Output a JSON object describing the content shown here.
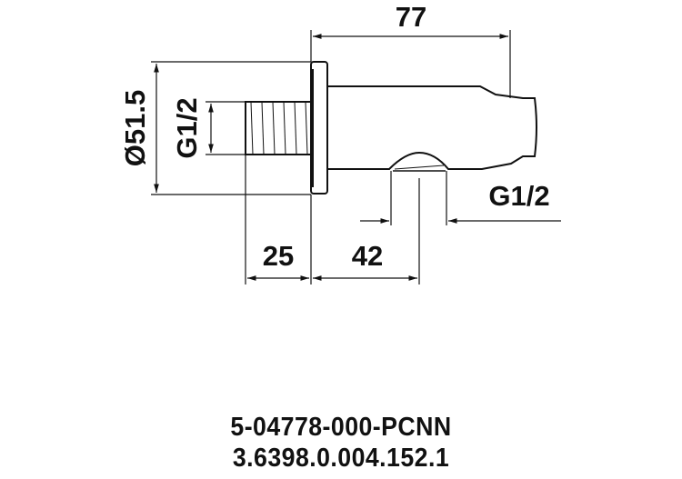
{
  "drawing": {
    "subject": "Shower wall outlet with holder - technical dimension drawing",
    "dimensions": {
      "overall_length": "77",
      "flange_diameter": "Ø51.5",
      "inlet_thread": "G1/2",
      "outlet_thread": "G1/2",
      "thread_length": "25",
      "outlet_offset": "42"
    }
  },
  "part_numbers": {
    "line1": "5-04778-000-PCNN",
    "line2": "3.6398.0.004.152.1"
  },
  "colors": {
    "line": "#111111",
    "background": "#ffffff"
  }
}
